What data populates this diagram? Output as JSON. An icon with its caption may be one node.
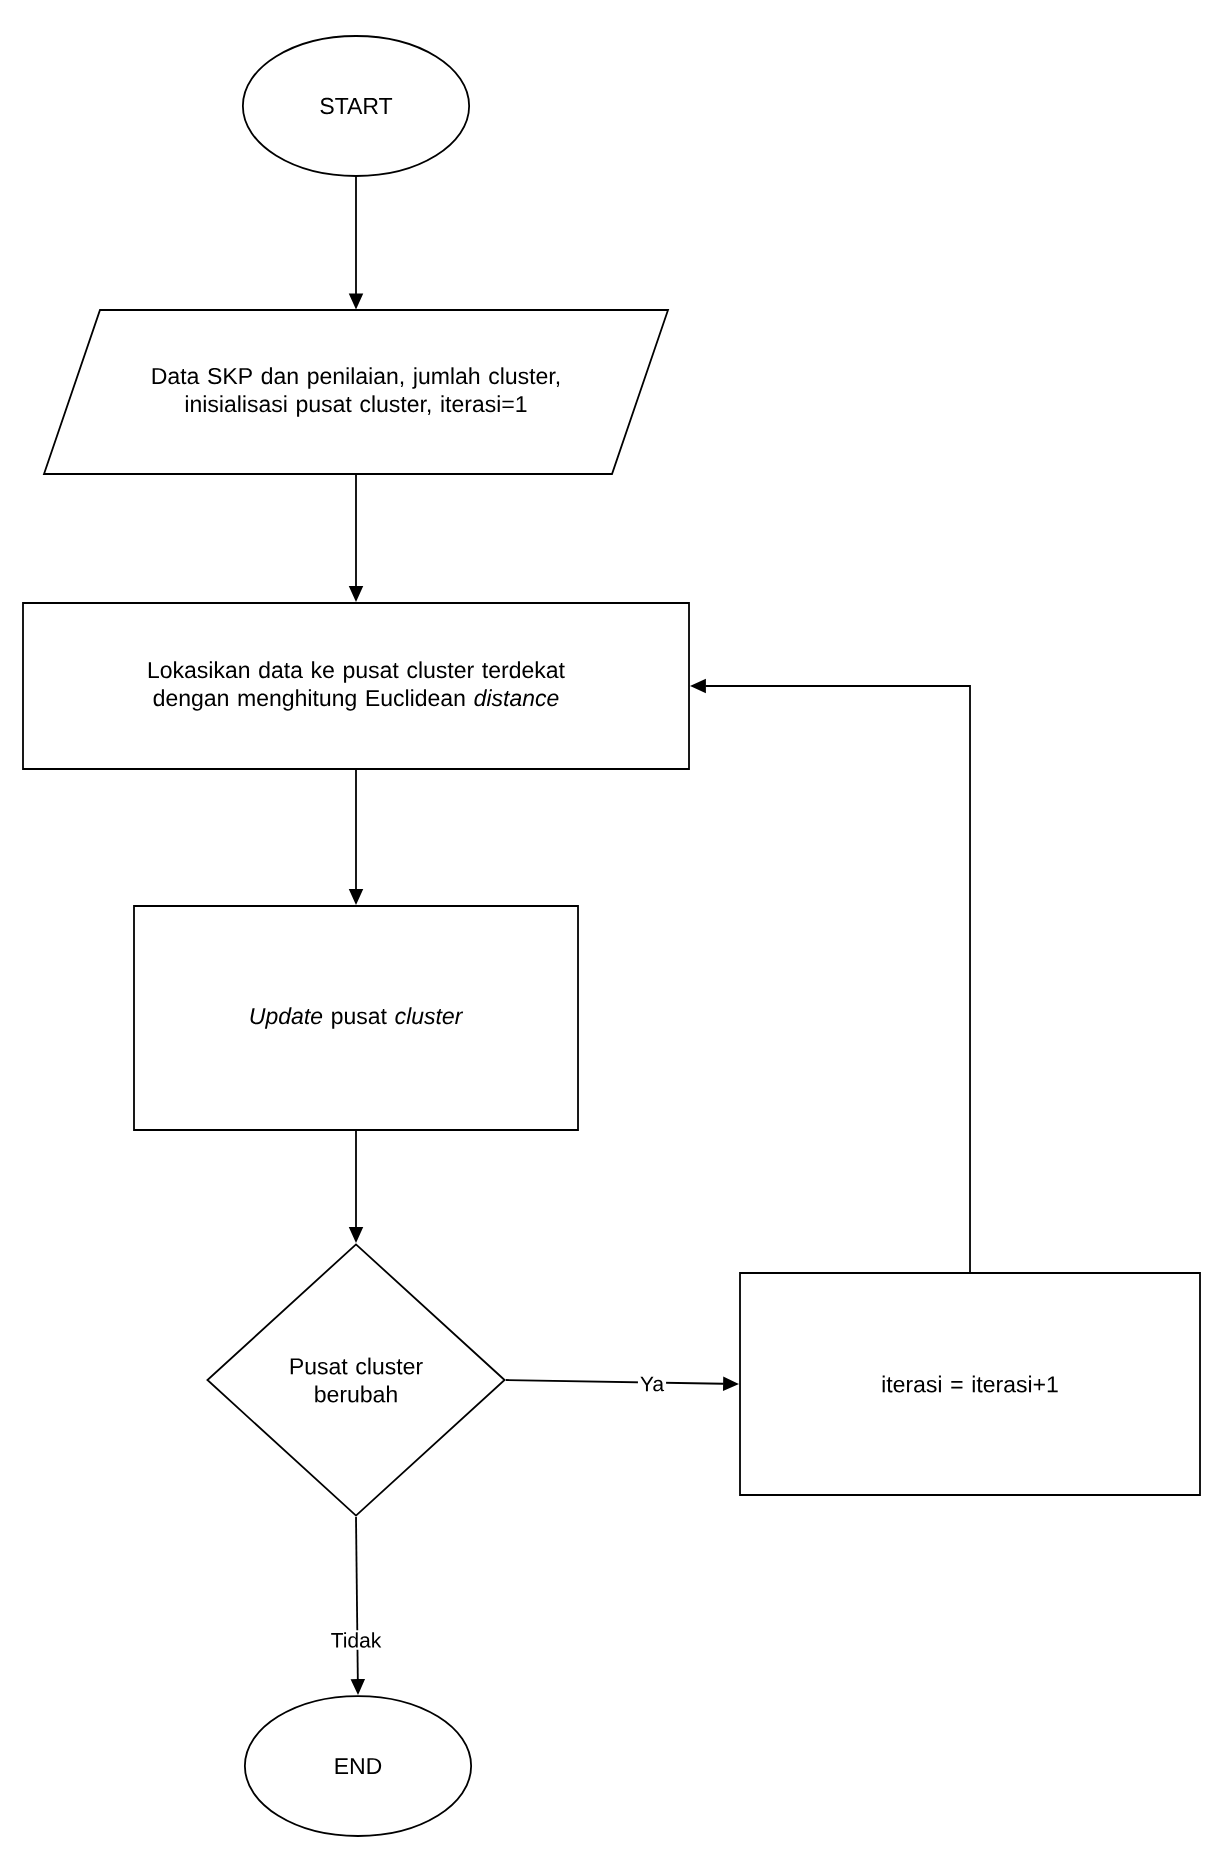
{
  "diagram": {
    "nodes": [
      {
        "text": [
          "START"
        ]
      },
      {
        "text": [
          "Data SKP dan penilaian, jumlah cluster, inisialisasi pusat cluster, iterasi=1"
        ]
      },
      {
        "text": [
          "Lokasikan data ke pusat cluster terdekat dengan menghitung Euclidean *distance*"
        ]
      },
      {
        "text": [
          "*Update* pusat *cluster*"
        ]
      },
      {
        "text": [
          "Pusat cluster berubah"
        ]
      },
      {
        "text": [
          "iterasi = iterasi+1"
        ]
      },
      {
        "text": [
          "END"
        ]
      }
    ],
    "edges": [
      {
        "from": 0,
        "to": 1,
        "arrow": "to"
      },
      {
        "from": 1,
        "to": 2,
        "arrow": "to"
      },
      {
        "from": 2,
        "to": 3,
        "arrow": "to"
      },
      {
        "from": 3,
        "to": 4,
        "arrow": "to"
      },
      {
        "from": 4,
        "to": 5,
        "arrow": "to",
        "label": "Ya"
      },
      {
        "from": 5,
        "to": 2,
        "arrow": "to"
      },
      {
        "from": 4,
        "to": 6,
        "arrow": "to",
        "label": "Tidak"
      }
    ]
  }
}
